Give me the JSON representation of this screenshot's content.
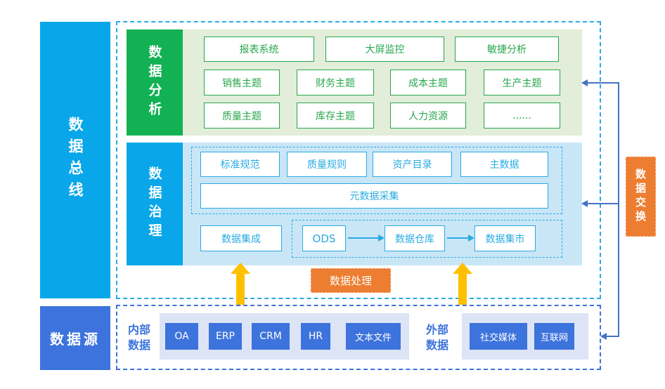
{
  "colors": {
    "cyan": "#09a7e9",
    "cyan_border": "#29abe2",
    "green": "#12b153",
    "green_border": "#27a74c",
    "light_green": "#e2edda",
    "light_blue": "#c9e6f7",
    "royal_blue": "#3d73dc",
    "lavender": "#dce4f6",
    "orange": "#ed7d31",
    "yellow": "#ffc000",
    "connector_blue": "#4472c4"
  },
  "bus": {
    "label": "数据总线"
  },
  "data_source": {
    "label": "数据源"
  },
  "analysis": {
    "label": "数据分析",
    "row1": [
      "报表系统",
      "大屏监控",
      "敏捷分析"
    ],
    "row2": [
      "销售主题",
      "财务主题",
      "成本主题",
      "生产主题"
    ],
    "row3": [
      "质量主题",
      "库存主题",
      "人力资源",
      "......"
    ]
  },
  "governance": {
    "label": "数据治理",
    "standards": [
      "标准规范",
      "质量规则",
      "资产目录",
      "主数据"
    ],
    "metadata": "元数据采集",
    "integration": "数据集成",
    "pipeline": [
      "ODS",
      "数据仓库",
      "数据集市"
    ]
  },
  "processing": {
    "label": "数据处理"
  },
  "exchange": {
    "label": "数据交换"
  },
  "sources": {
    "internal_label": "内部数据",
    "internal_items": [
      "OA",
      "ERP",
      "CRM",
      "HR",
      "文本文件"
    ],
    "external_label": "外部数据",
    "external_items": [
      "社交媒体",
      "互联网"
    ]
  }
}
